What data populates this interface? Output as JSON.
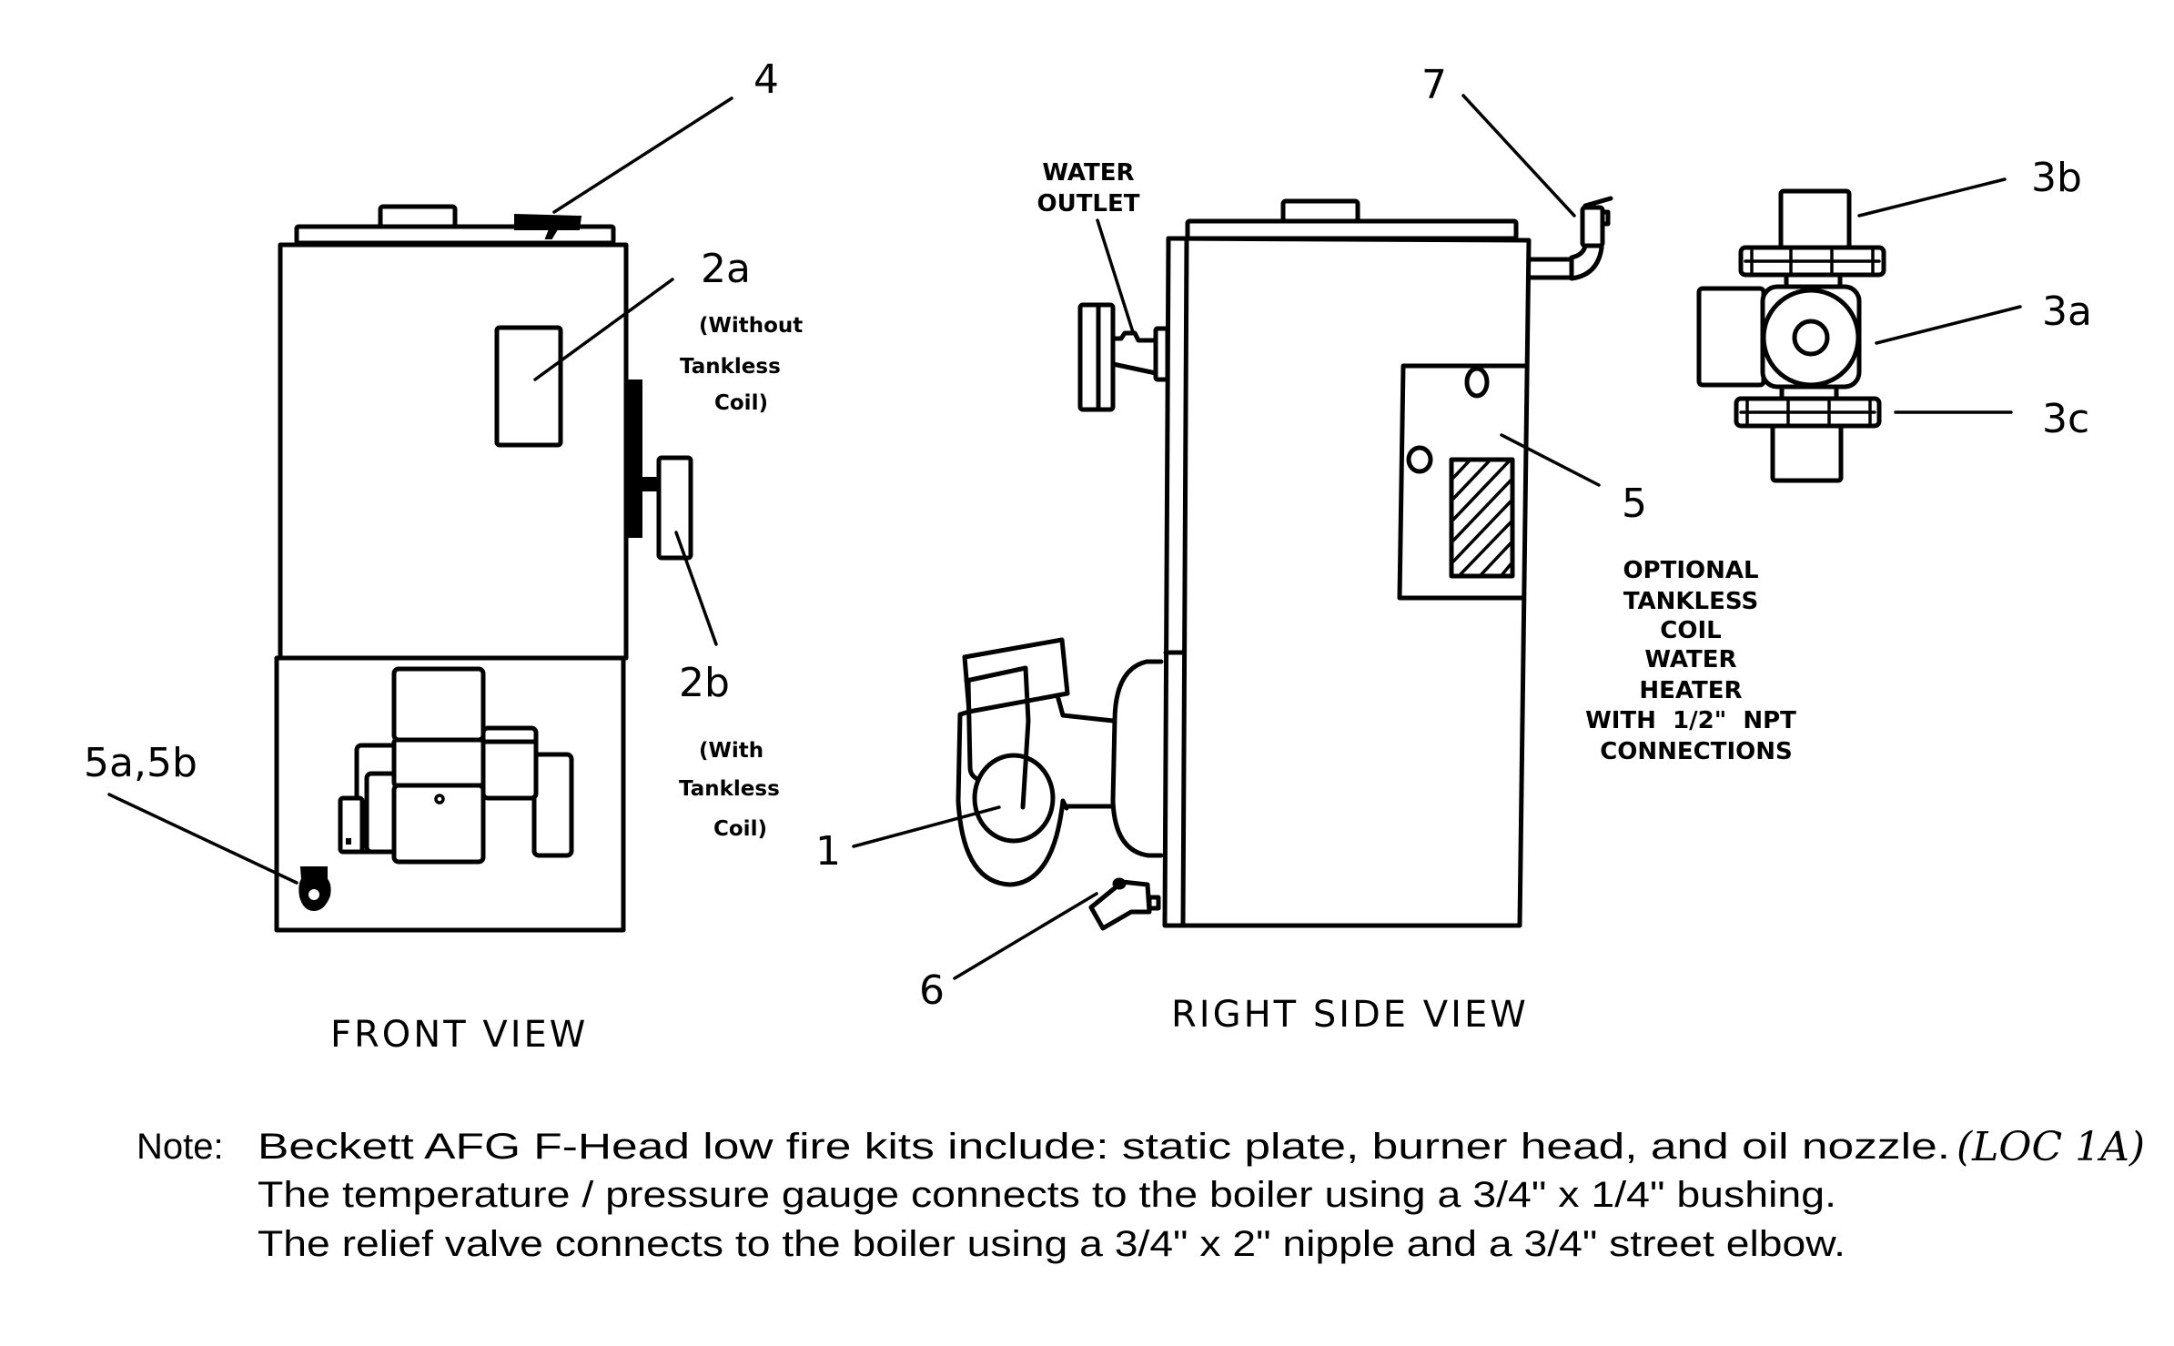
{
  "diagram": {
    "front_view": {
      "title": "FRONT VIEW",
      "callouts": {
        "c4": "4",
        "c2a": "2a",
        "c2a_note": [
          "(Without",
          "Tankless",
          "Coil)"
        ],
        "c2b": "2b",
        "c2b_note": [
          "(With",
          "Tankless",
          "Coil)"
        ],
        "c5ab": "5a,5b"
      }
    },
    "right_side_view": {
      "title": "RIGHT SIDE VIEW",
      "water_outlet_label": [
        "WATER",
        "OUTLET"
      ],
      "callouts": {
        "c1": "1",
        "c5": "5",
        "c6": "6",
        "c7": "7"
      },
      "tankless_note": [
        "OPTIONAL",
        "TANKLESS",
        "COIL",
        "WATER",
        "HEATER",
        "WITH  1/2\"  NPT",
        "CONNECTIONS"
      ]
    },
    "circulator_pump": {
      "callouts": {
        "c3a": "3a",
        "c3b": "3b",
        "c3c": "3c"
      }
    },
    "notes": {
      "prefix": "Note:",
      "lines": [
        "Beckett AFG F-Head low fire kits include: static plate, burner head, and oil nozzle.",
        "The temperature / pressure gauge connects to the boiler using a 3/4\" x 1/4\" bushing.",
        "The relief valve connects to the boiler using a 3/4\" x 2\" nipple and a 3/4\" street elbow."
      ],
      "handwritten": "(LOC 1A)"
    }
  }
}
